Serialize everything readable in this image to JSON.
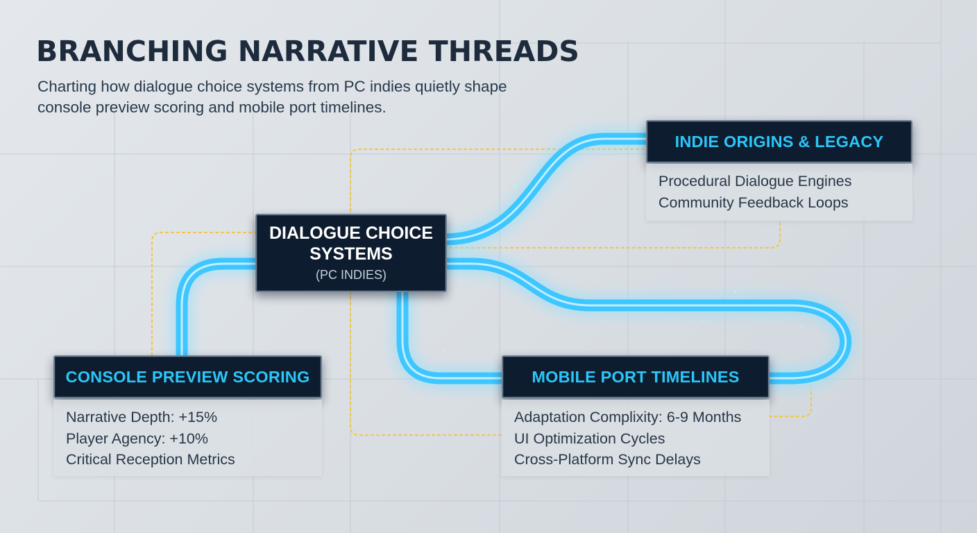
{
  "header": {
    "title": "BRANCHING NARRATIVE THREADS",
    "subtitle": "Charting how dialogue choice systems from PC indies quietly shape console preview scoring and mobile port timelines."
  },
  "nodes": {
    "center": {
      "line1": "DIALOGUE CHOICE",
      "line2": "SYSTEMS",
      "line3": "(PC INDIES)"
    },
    "indie": {
      "title": "INDIE ORIGINS & LEGACY",
      "items": [
        "Procedural Dialogue Engines",
        "Community Feedback Loops"
      ]
    },
    "console": {
      "title": "CONSOLE PREVIEW SCORING",
      "items": [
        "Narrative Depth: +15%",
        "Player Agency: +10%",
        "Critical Reception Metrics"
      ]
    },
    "mobile": {
      "title": "MOBILE PORT TIMELINES",
      "items": [
        "Adaptation Complixity: 6-9 Months",
        "UI Optimization Cycles",
        "Cross-Platform Sync Delays"
      ]
    }
  },
  "colors": {
    "thread": "#3ec6ff",
    "thread_glow": "#8fe0ff",
    "dotted_link": "#f2c64a",
    "node_bg": "#0d1c2e",
    "node_title": "#2cc6f8"
  },
  "icons": []
}
